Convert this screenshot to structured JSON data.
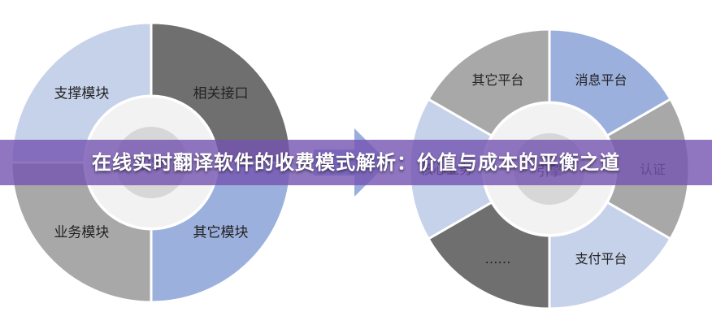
{
  "colors": {
    "dark_gray": "#6f6f6f",
    "mid_gray": "#a8a8a8",
    "light_blue": "#c6d2ea",
    "blue": "#9cb0dd",
    "hub": "#d7d7d7",
    "inner_ring": "#f2f2f2",
    "arrow": "#9aaede",
    "banner": "#7454b2"
  },
  "left_diagram": {
    "center_label": "引擎",
    "segments": [
      {
        "label": "相关接口",
        "color": "#6f6f6f"
      },
      {
        "label": "其它模块",
        "color": "#9cb0dd"
      },
      {
        "label": "业务模块",
        "color": "#a8a8a8"
      },
      {
        "label": "支撑模块",
        "color": "#c6d2ea"
      }
    ]
  },
  "right_diagram": {
    "center_label": "引擎",
    "segments": [
      {
        "label": "消息平台",
        "color": "#9cb0dd"
      },
      {
        "label": "认证",
        "color": "#a8a8a8"
      },
      {
        "label": "支付平台",
        "color": "#c6d2ea"
      },
      {
        "label": "……",
        "color": "#6f6f6f"
      },
      {
        "label": "核心业务",
        "color": "#c6d2ea"
      },
      {
        "label": "其它平台",
        "color": "#a8a8a8"
      }
    ]
  },
  "banner": {
    "title": "在线实时翻译软件的收费模式解析：价值与成本的平衡之道"
  }
}
